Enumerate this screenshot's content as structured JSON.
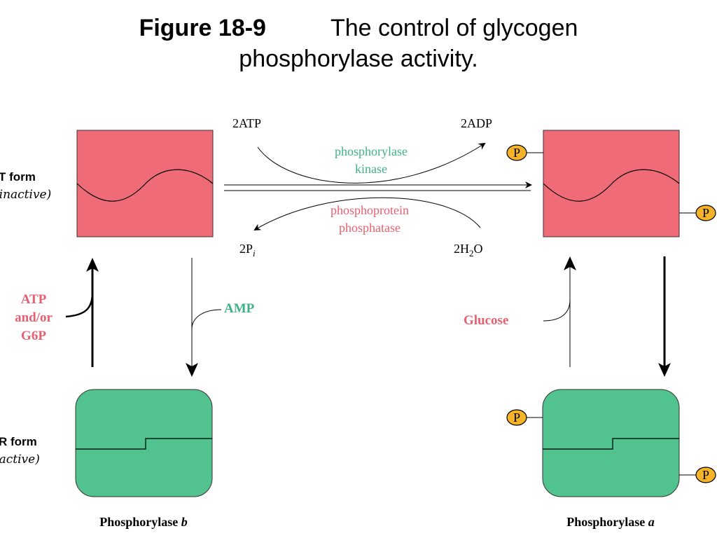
{
  "title": {
    "figure_number": "Figure 18-9",
    "caption_line1": "The control of glycogen",
    "caption_line2": "phosphorylase activity."
  },
  "states": {
    "t_form": {
      "label": "T form",
      "sublabel": "(inactive)"
    },
    "r_form": {
      "label": "R form",
      "sublabel": "(active)"
    }
  },
  "top_reaction": {
    "reactant": "2ATP",
    "product": "2ADP",
    "enzyme_line1": "phosphorylase",
    "enzyme_line2": "kinase"
  },
  "bottom_reaction": {
    "reactant_main": "2H",
    "reactant_sub": "2",
    "reactant_tail": "O",
    "product_main": "2P",
    "product_sub": "i",
    "enzyme_line1": "phosphoprotein",
    "enzyme_line2": "phosphatase"
  },
  "effectors": {
    "left_up_line1": "ATP",
    "left_up_line2": "and/or",
    "left_up_line3": "G6P",
    "left_down": "AMP",
    "right_up": "Glucose"
  },
  "phosphate_label": "P",
  "enzymes": {
    "b": {
      "name": "Phosphorylase ",
      "letter": "b"
    },
    "a": {
      "name": "Phosphorylase ",
      "letter": "a"
    }
  },
  "colors": {
    "t_box": "#f06b78",
    "r_box": "#52c28e",
    "phosphate": "#f4b328",
    "enzyme_text_green": "#3fb184",
    "enzyme_text_pink": "#e8606f"
  }
}
